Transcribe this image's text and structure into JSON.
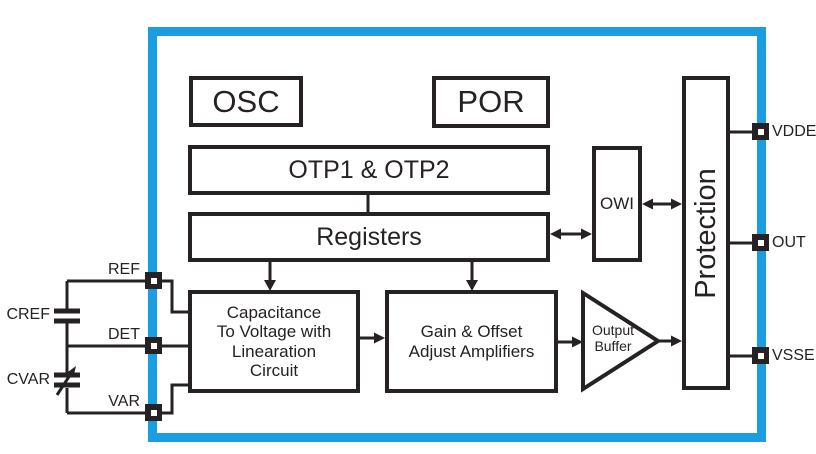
{
  "colors": {
    "accent": "#1a9de1",
    "ink": "#262122"
  },
  "blocks": {
    "osc": "OSC",
    "por": "POR",
    "otp": "OTP1 & OTP2",
    "registers": "Registers",
    "c2v": "Capacitance\nTo Voltage with\nLinearation\nCircuit",
    "gain": "Gain & Offset\nAdjust Amplifiers",
    "output_buffer": "Output\nBuffer",
    "owi": "OWI",
    "protection": "Protection"
  },
  "pins": {
    "left": [
      {
        "label": "REF"
      },
      {
        "label": "DET"
      },
      {
        "label": "VAR"
      }
    ],
    "right": [
      {
        "label": "VDDE"
      },
      {
        "label": "OUT"
      },
      {
        "label": "VSSE"
      }
    ]
  },
  "external_components": {
    "cref": "CREF",
    "cvar": "CVAR"
  }
}
